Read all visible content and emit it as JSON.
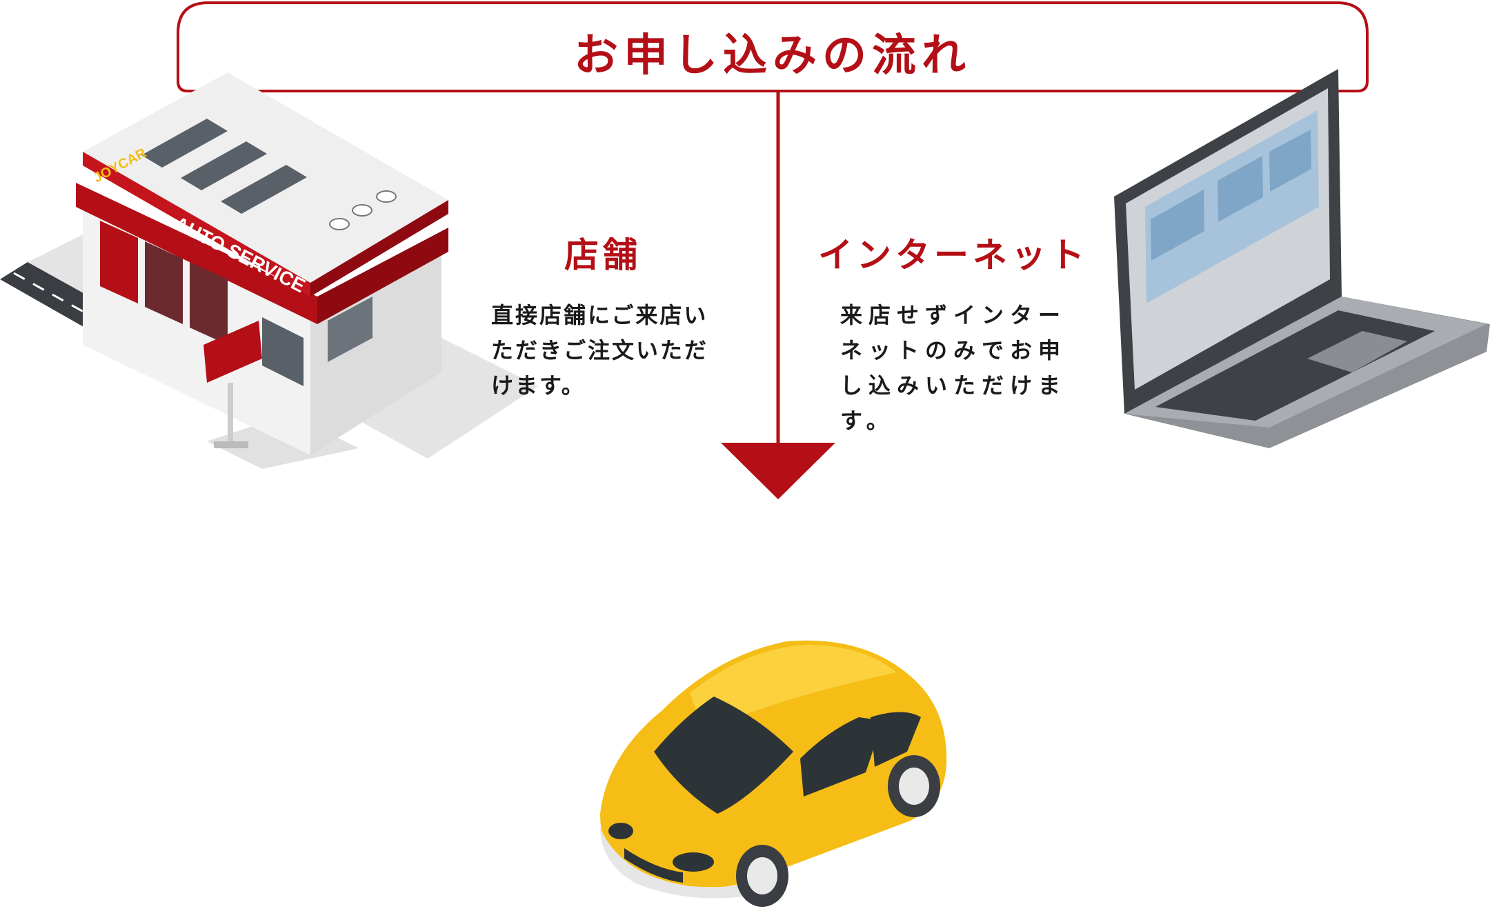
{
  "title": "お申し込みの流れ",
  "options": [
    {
      "heading": "店舗",
      "description": "直接店舗にご来店いただきご注文いただけます。"
    },
    {
      "heading": "インターネット",
      "description": "来店せずインターネットのみでお申し込みいただけます。"
    }
  ],
  "store_illustration": {
    "sign_text": "AUTO SERVICE",
    "brand_text": "JOYCAR"
  },
  "colors": {
    "accent": "#b40f16",
    "car": "#f6bd16",
    "text": "#1a1a1a"
  }
}
